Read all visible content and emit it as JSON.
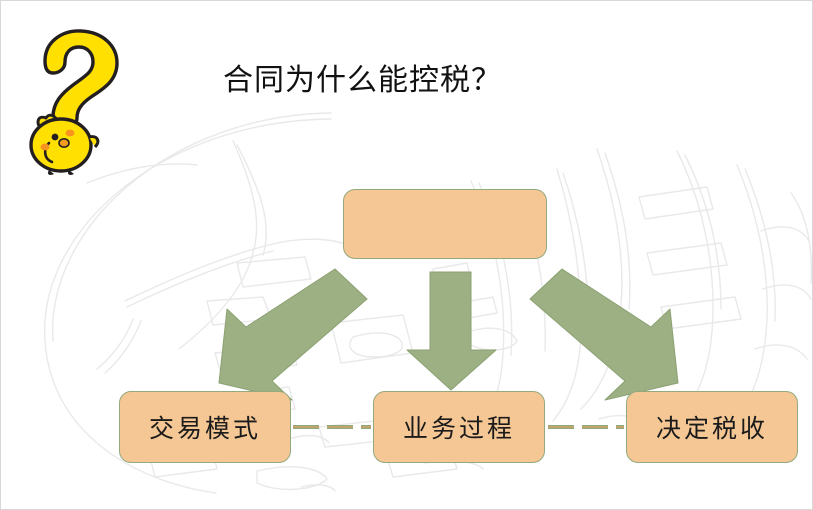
{
  "slide": {
    "title": "合同为什么能控税？",
    "background_color": "#FFFFFF",
    "watermark_description": "faint-chinese-calligraphy-watermark"
  },
  "theme": {
    "box_fill": "#F5C794",
    "box_border": "#93A97E",
    "arrow_fill": "#9CB083",
    "arrow_stroke": "#8CA173",
    "connector_color": "#94A880",
    "connector_accent": "#D9A35C",
    "text_color": "#111111",
    "mascot_yellow": "#FFE000",
    "mascot_outline": "#231F20",
    "mascot_beak": "#F29B1E",
    "mascot_cheek": "#F7931E"
  },
  "diagram": {
    "top_box": {
      "label": "",
      "name": "top-process-box"
    },
    "bottom_boxes": [
      {
        "label": "交易模式",
        "name": "process-box-transaction-mode"
      },
      {
        "label": "业务过程",
        "name": "process-box-business-process"
      },
      {
        "label": "决定税收",
        "name": "process-box-determine-tax"
      }
    ],
    "arrows": [
      {
        "name": "arrow-down-left",
        "direction": "down-left"
      },
      {
        "name": "arrow-down",
        "direction": "down"
      },
      {
        "name": "arrow-down-right",
        "direction": "down-right"
      }
    ],
    "connectors": [
      {
        "name": "connector-left-to-center",
        "style": "dashed"
      },
      {
        "name": "connector-center-to-right",
        "style": "dashed"
      }
    ]
  },
  "mascot": {
    "name": "question-mark-chick-illustration",
    "question_mark": "?",
    "character": "chick"
  }
}
